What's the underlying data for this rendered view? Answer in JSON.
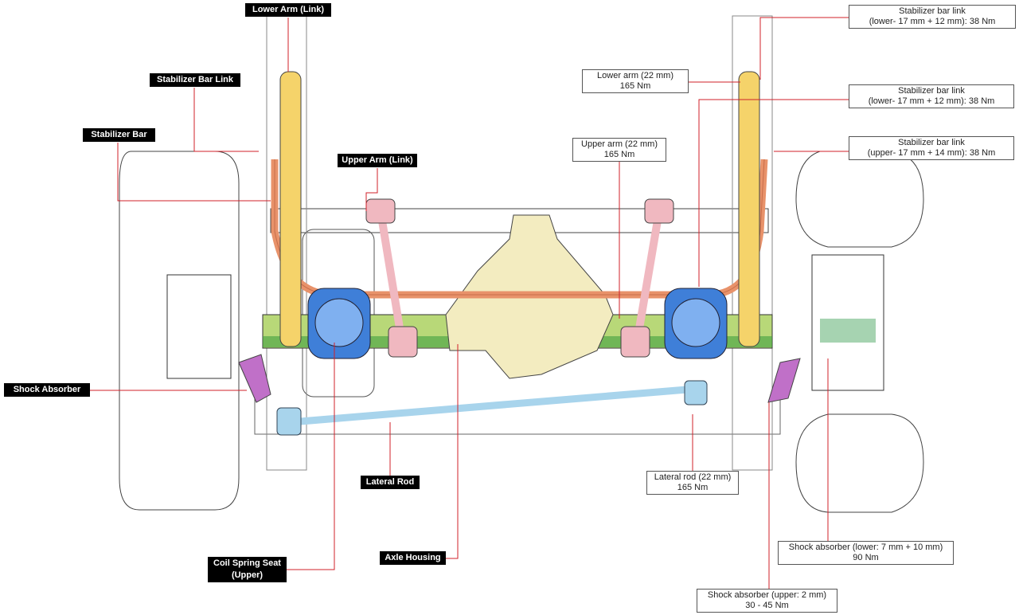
{
  "callouts_component": {
    "lower_arm_link": "Lower Arm (Link)",
    "stabilizer_bar_link": "Stabilizer Bar Link",
    "stabilizer_bar": "Stabilizer Bar",
    "upper_arm_link": "Upper Arm (Link)",
    "shock_absorber": "Shock Absorber",
    "lateral_rod": "Lateral Rod",
    "coil_spring_seat_line1": "Coil Spring Seat",
    "coil_spring_seat_line2": "(Upper)",
    "axle_housing": "Axle Housing"
  },
  "callouts_torque": {
    "stab_link_lower_1": {
      "line1": "Stabilizer bar link",
      "line2": "(lower- 17 mm + 12 mm): 38 Nm"
    },
    "lower_arm": {
      "line1": "Lower arm (22 mm)",
      "line2": "165 Nm"
    },
    "stab_link_lower_2": {
      "line1": "Stabilizer bar link",
      "line2": "(lower- 17 mm + 12 mm): 38 Nm"
    },
    "upper_arm": {
      "line1": "Upper arm (22 mm)",
      "line2": "165 Nm"
    },
    "stab_link_upper": {
      "line1": "Stabilizer bar link",
      "line2": "(upper- 17 mm + 14 mm): 38 Nm"
    },
    "lateral_rod": {
      "line1": "Lateral rod (22 mm)",
      "line2": "165 Nm"
    },
    "shock_lower": {
      "line1": "Shock absorber (lower: 7 mm + 10 mm)",
      "line2": "90 Nm"
    },
    "shock_upper": {
      "line1": "Shock absorber (upper: 2 mm)",
      "line2": "30 - 45 Nm"
    }
  },
  "colors": {
    "leader": "#d0202a",
    "lower_arm": "#f5d36a",
    "stabilizer_bar": "#e8926a",
    "axle": "#a8d070",
    "coil_seat": "#3f7fd8",
    "upper_arm": "#f0b8c0",
    "lateral_rod": "#a8d4ec",
    "shock": "#c070c8",
    "differential": "#f3ecc0"
  }
}
